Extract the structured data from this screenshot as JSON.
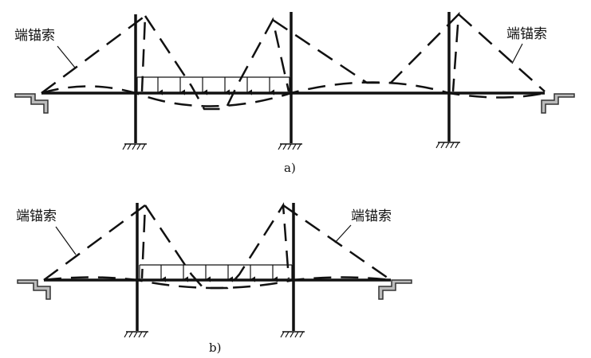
{
  "diagram_a": {
    "caption": "a)",
    "label_left": "端锚索",
    "label_right": "端锚索"
  },
  "diagram_b": {
    "caption": "b)",
    "label_left": "端锚索",
    "label_right": "端锚索"
  }
}
